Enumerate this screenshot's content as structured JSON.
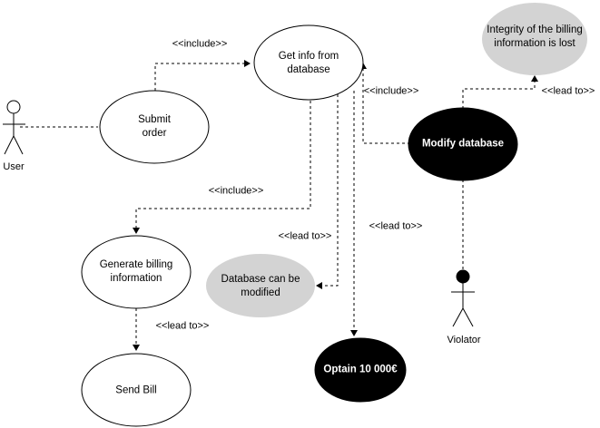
{
  "actors": {
    "user": "User",
    "violator": "Violator"
  },
  "use_cases": {
    "submit_order": [
      "Submit",
      "order"
    ],
    "get_info": [
      "Get info from",
      "database"
    ],
    "generate_billing": [
      "Generate billing",
      "information"
    ],
    "send_bill": "Send Bill",
    "modify_database": "Modify database",
    "integrity_lost": [
      "Integrity of the billing",
      "information is lost"
    ],
    "database_modified": [
      "Database can be",
      "modified"
    ],
    "optain": "Optain 10 000€"
  },
  "edge_labels": {
    "include_top": "<<include>>",
    "include_modify": "<<include>>",
    "include_generate": "<<include>>",
    "lead_to_integrity": "<<lead to>>",
    "lead_to_optain": "<<lead to>>",
    "lead_to_dbmod": "<<lead to>>",
    "lead_to_send": "<<lead to>>"
  },
  "colors": {
    "stroke": "#000000",
    "gray_fill": "#d3d3d3",
    "black_fill": "#000000",
    "white_fill": "#ffffff"
  }
}
